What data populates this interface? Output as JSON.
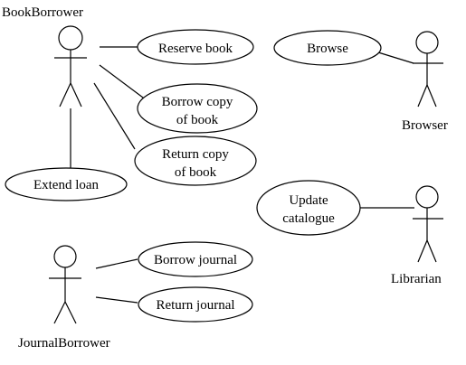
{
  "actors": {
    "book_borrower": "BookBorrower",
    "browser": "Browser",
    "librarian": "Librarian",
    "journal_borrower": "JournalBorrower"
  },
  "use_cases": {
    "reserve_book": [
      "Reserve book"
    ],
    "borrow_copy": [
      "Borrow copy",
      "of book"
    ],
    "return_copy": [
      "Return copy",
      "of book"
    ],
    "extend_loan": [
      "Extend loan"
    ],
    "browse": [
      "Browse"
    ],
    "update_catalogue": [
      "Update",
      "catalogue"
    ],
    "borrow_journal": [
      "Borrow journal"
    ],
    "return_journal": [
      "Return journal"
    ]
  }
}
